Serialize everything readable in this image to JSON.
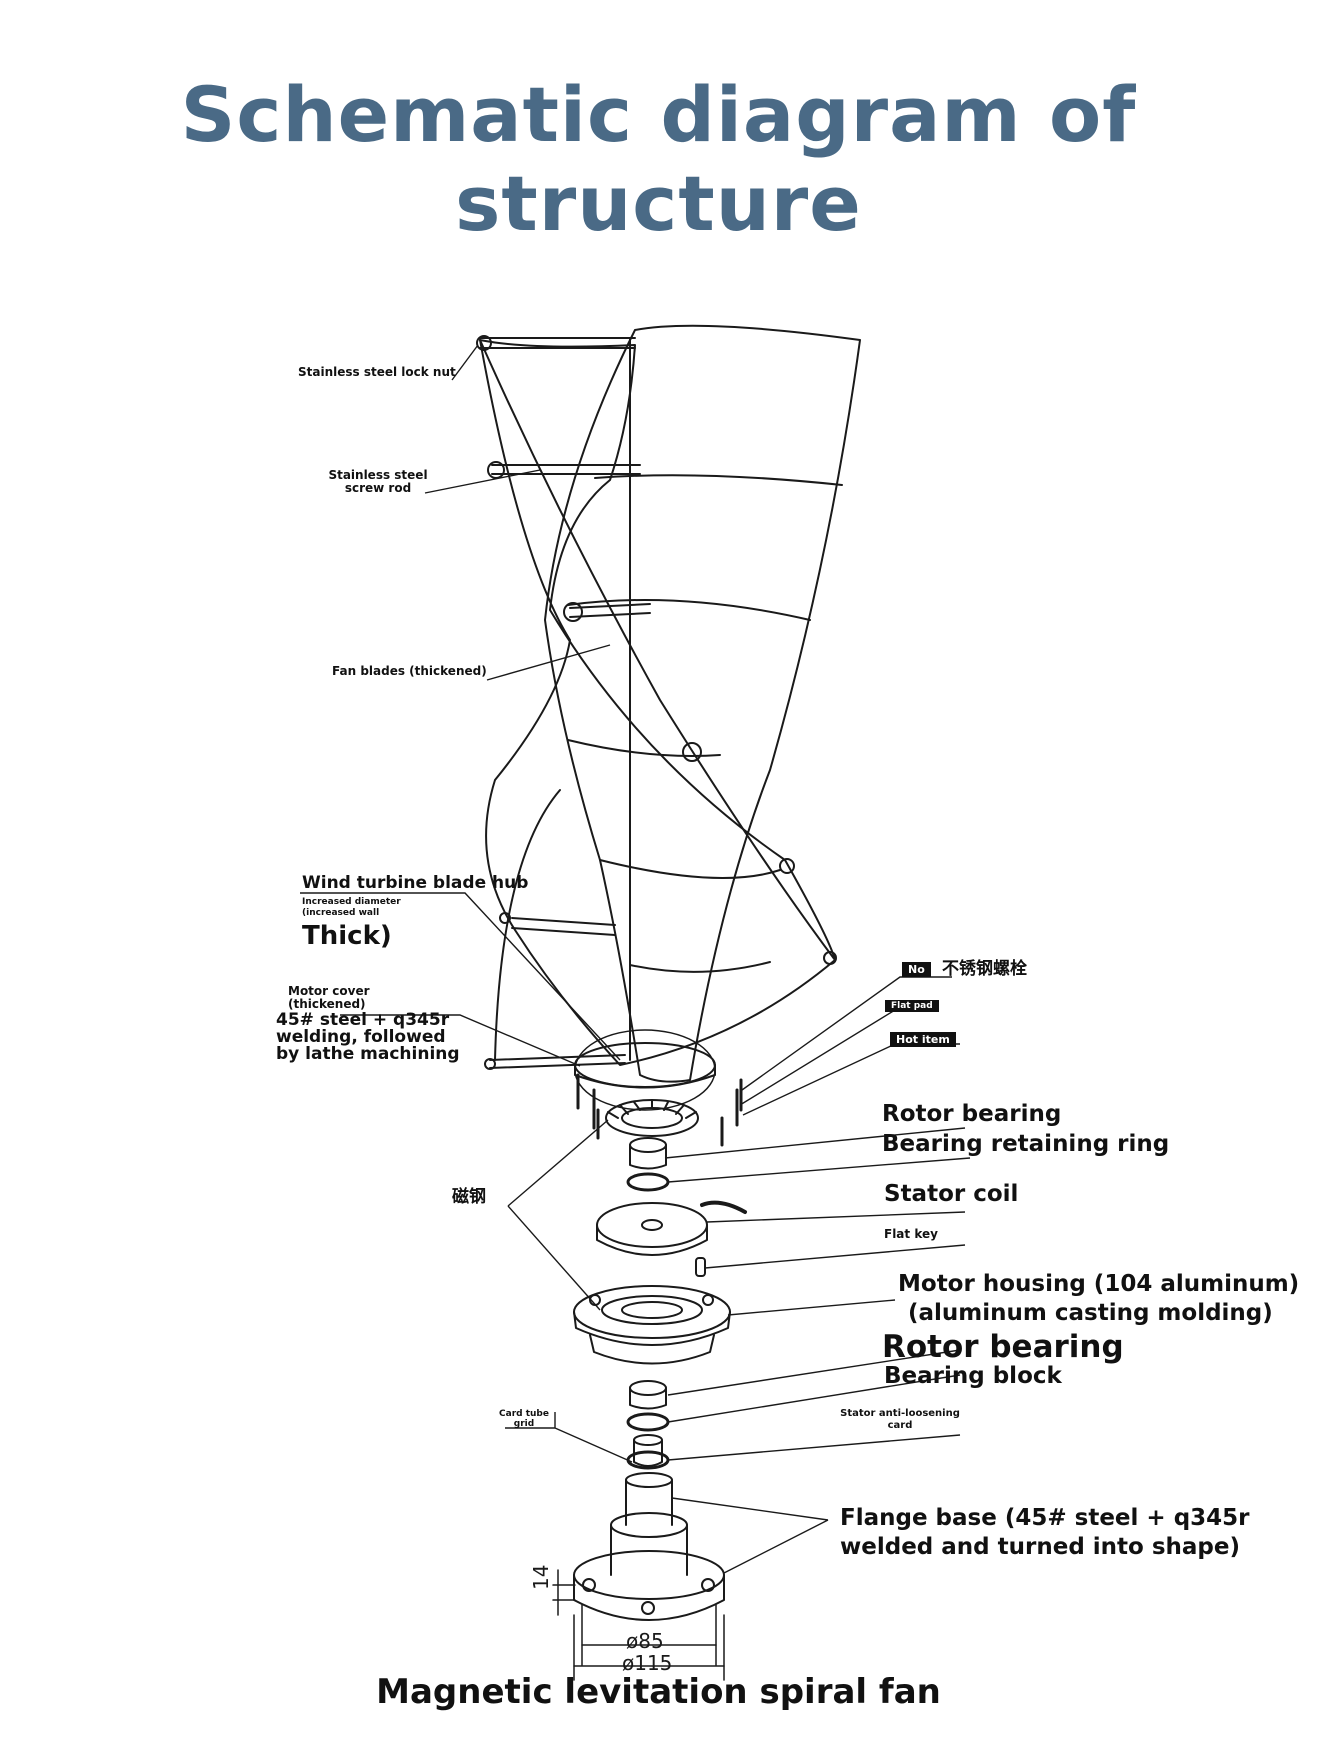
{
  "title": "Schematic diagram of structure",
  "caption": "Magnetic levitation spiral fan",
  "labels": {
    "lock_nut": "Stainless steel lock nut",
    "screw_rod_1": "Stainless steel",
    "screw_rod_2": "screw rod",
    "fan_blades": "Fan blades (thickened)",
    "hub_title": "Wind turbine blade hub",
    "hub_sub1": "Increased diameter",
    "hub_sub2": "(increased wall",
    "hub_thick": "Thick)",
    "cover_1": "Motor cover",
    "cover_2": "(thickened)",
    "cover_3": "45# steel + q345r",
    "cover_4": "welding, followed",
    "cover_5": "by lathe machining",
    "bolt_tag_no": "No",
    "bolt_tag_cn": "不锈钢螺栓",
    "flat_pad": "Flat pad",
    "hot_item": "Hot item",
    "rotor_bearing_top": "Rotor bearing",
    "bearing_ring": "Bearing retaining ring",
    "magnet_cn": "磁钢",
    "stator_coil": "Stator coil",
    "flat_key": "Flat key",
    "housing_1": "Motor housing (104 aluminum)",
    "housing_2": "(aluminum casting molding)",
    "rotor_bearing_bottom": "Rotor bearing",
    "bearing_block": "Bearing block",
    "card_tube_1": "Card tube",
    "card_tube_2": "grid",
    "anti_loose_1": "Stator anti-loosening",
    "anti_loose_2": "card",
    "flange_1": "Flange base (45# steel + q345r",
    "flange_2": "welded and turned into shape)",
    "dim_14": "14",
    "dim_85": "ø85",
    "dim_115": "ø115"
  },
  "colors": {
    "title": "#4a6a86",
    "line": "#1a1a1a"
  }
}
